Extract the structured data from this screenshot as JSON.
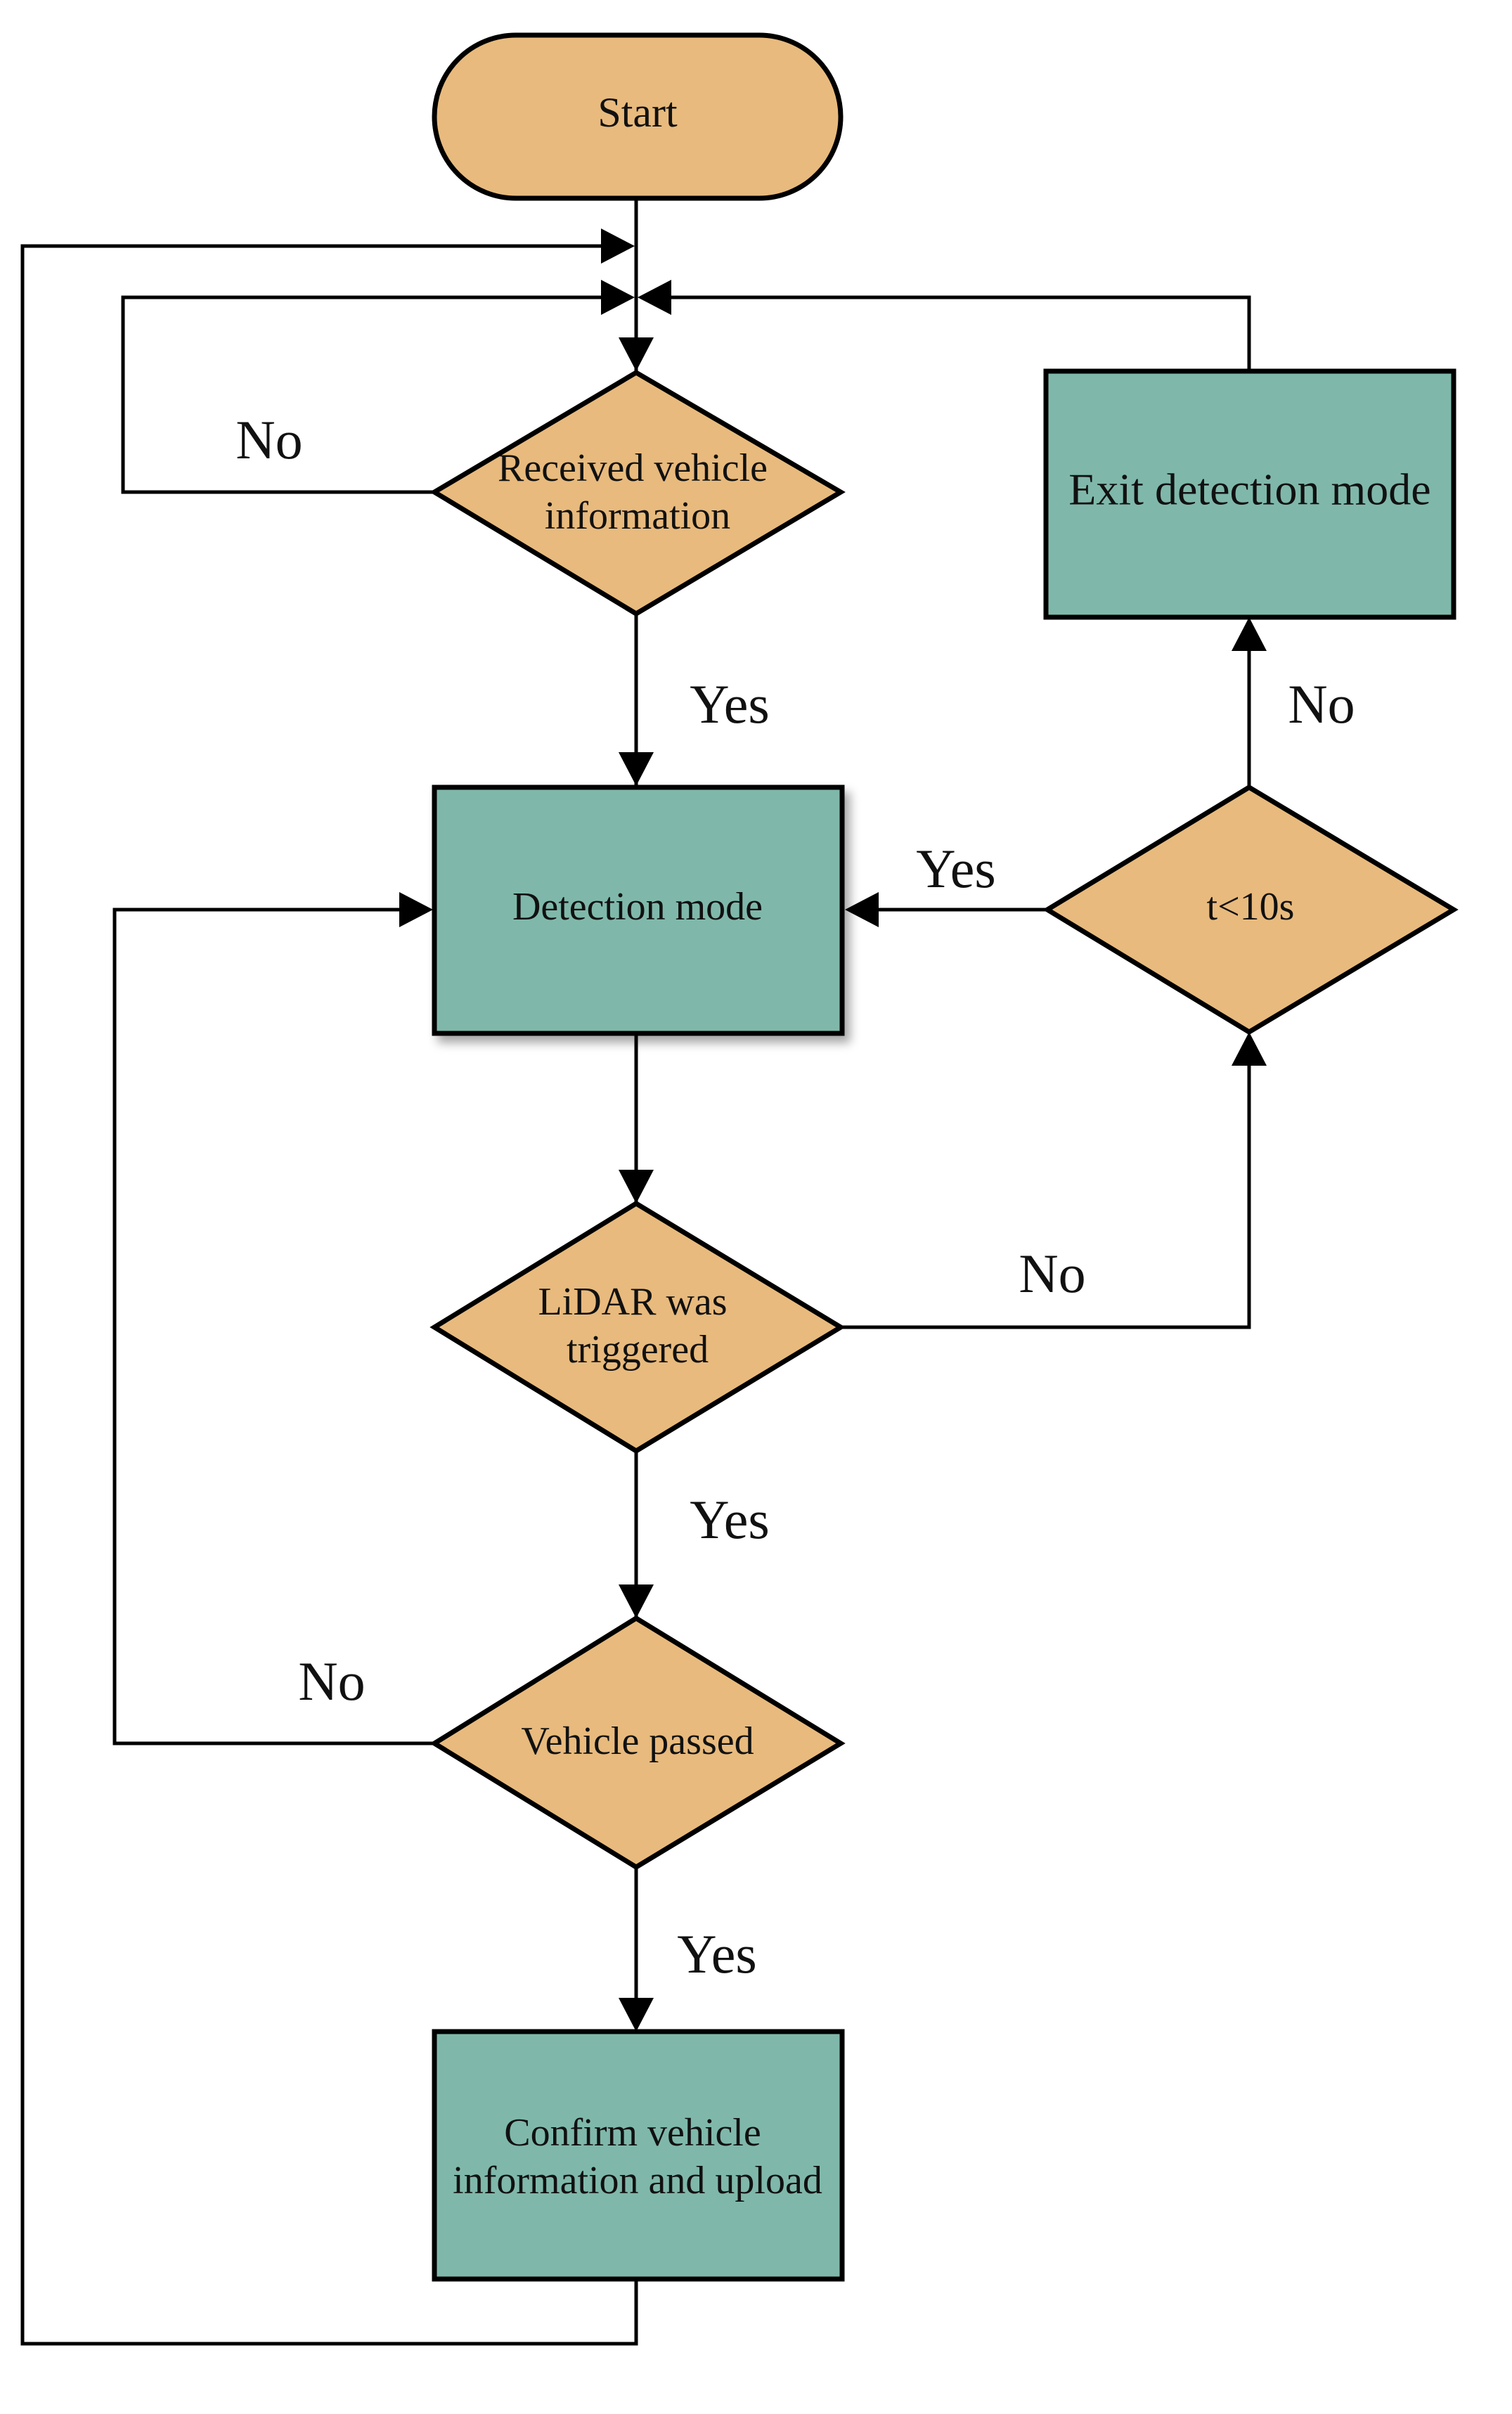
{
  "colors": {
    "decision_fill": "#E8BA7D",
    "process_fill": "#7FB8AA",
    "terminal_fill": "#E8BA7D",
    "line": "#000000"
  },
  "nodes": {
    "start": "Start",
    "received_info": [
      "Received vehicle",
      "information"
    ],
    "exit_mode": "Exit detection mode",
    "detection_mode": "Detection mode",
    "t_check": "t<10s",
    "lidar": [
      "LiDAR was",
      "triggered"
    ],
    "vehicle_passed": "Vehicle passed",
    "confirm": [
      "Confirm vehicle",
      "information and upload"
    ]
  },
  "edge_labels": {
    "received_no": "No",
    "received_yes": "Yes",
    "t_no": "No",
    "t_yes": "Yes",
    "lidar_no": "No",
    "lidar_yes": "Yes",
    "passed_no": "No",
    "passed_yes": "Yes"
  }
}
